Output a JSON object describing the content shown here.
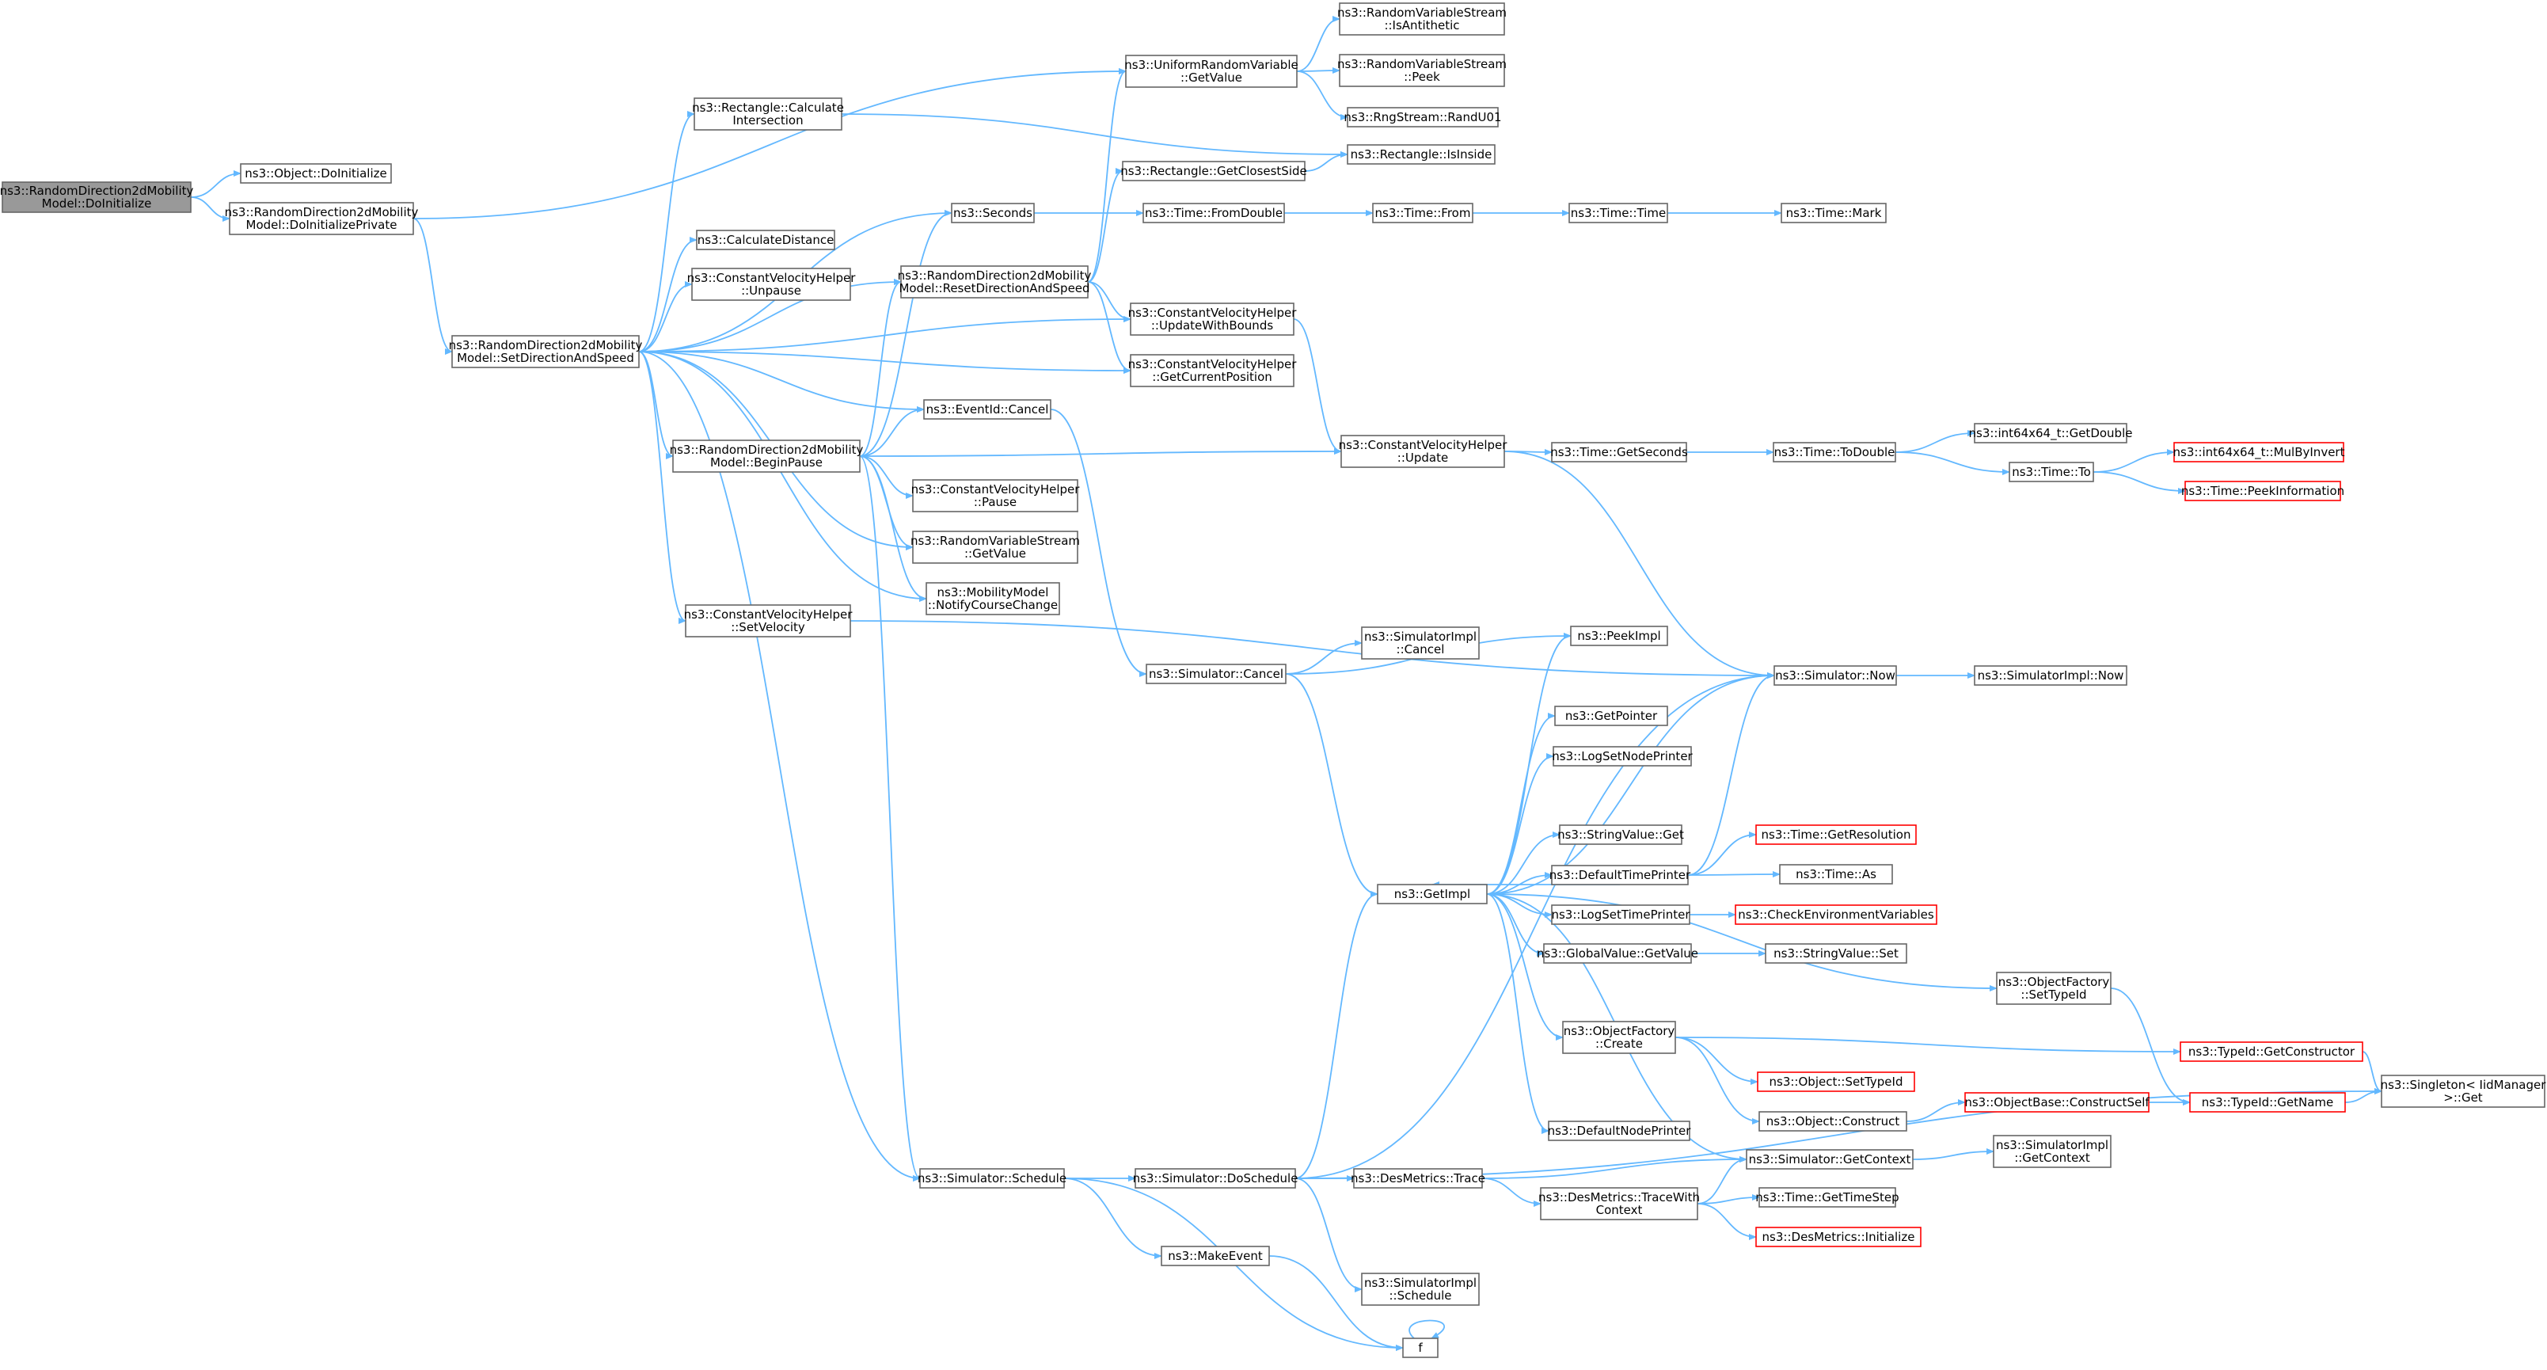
{
  "nodes": [
    {
      "id": "root",
      "lines": [
        "ns3::RandomDirection2dMobility",
        "Model::DoInitialize"
      ],
      "style": "root"
    },
    {
      "id": "doinitialize",
      "lines": [
        "ns3::Object::DoInitialize"
      ]
    },
    {
      "id": "doinitprivate",
      "lines": [
        "ns3::RandomDirection2dMobility",
        "Model::DoInitializePrivate"
      ]
    },
    {
      "id": "setdirection",
      "lines": [
        "ns3::RandomDirection2dMobility",
        "Model::SetDirectionAndSpeed"
      ]
    },
    {
      "id": "rectcalc",
      "lines": [
        "ns3::Rectangle::Calculate",
        "Intersection"
      ]
    },
    {
      "id": "calcdist",
      "lines": [
        "ns3::CalculateDistance"
      ]
    },
    {
      "id": "cvhunpause",
      "lines": [
        "ns3::ConstantVelocityHelper",
        "::Unpause"
      ]
    },
    {
      "id": "beginpause",
      "lines": [
        "ns3::RandomDirection2dMobility",
        "Model::BeginPause"
      ]
    },
    {
      "id": "cvhsetvel",
      "lines": [
        "ns3::ConstantVelocityHelper",
        "::SetVelocity"
      ]
    },
    {
      "id": "seconds",
      "lines": [
        "ns3::Seconds"
      ]
    },
    {
      "id": "resetdir",
      "lines": [
        "ns3::RandomDirection2dMobility",
        "Model::ResetDirectionAndSpeed"
      ]
    },
    {
      "id": "eventcancel",
      "lines": [
        "ns3::EventId::Cancel"
      ]
    },
    {
      "id": "cvhpause",
      "lines": [
        "ns3::ConstantVelocityHelper",
        "::Pause"
      ]
    },
    {
      "id": "rvsgetvalue",
      "lines": [
        "ns3::RandomVariableStream",
        "::GetValue"
      ]
    },
    {
      "id": "notifycourse",
      "lines": [
        "ns3::MobilityModel",
        "::NotifyCourseChange"
      ]
    },
    {
      "id": "schedule",
      "lines": [
        "ns3::Simulator::Schedule"
      ]
    },
    {
      "id": "urvgetvalue",
      "lines": [
        "ns3::UniformRandomVariable",
        "::GetValue"
      ]
    },
    {
      "id": "rectclosest",
      "lines": [
        "ns3::Rectangle::GetClosestSide"
      ]
    },
    {
      "id": "fromdouble",
      "lines": [
        "ns3::Time::FromDouble"
      ]
    },
    {
      "id": "cvhupdatebounds",
      "lines": [
        "ns3::ConstantVelocityHelper",
        "::UpdateWithBounds"
      ]
    },
    {
      "id": "cvhgetpos",
      "lines": [
        "ns3::ConstantVelocityHelper",
        "::GetCurrentPosition"
      ]
    },
    {
      "id": "cvhupdate",
      "lines": [
        "ns3::ConstantVelocityHelper",
        "::Update"
      ]
    },
    {
      "id": "simcancel",
      "lines": [
        "ns3::Simulator::Cancel"
      ]
    },
    {
      "id": "doschedule",
      "lines": [
        "ns3::Simulator::DoSchedule"
      ]
    },
    {
      "id": "makeevent",
      "lines": [
        "ns3::MakeEvent"
      ]
    },
    {
      "id": "isantithetic",
      "lines": [
        "ns3::RandomVariableStream",
        "::IsAntithetic"
      ]
    },
    {
      "id": "peek",
      "lines": [
        "ns3::RandomVariableStream",
        "::Peek"
      ]
    },
    {
      "id": "randu01",
      "lines": [
        "ns3::RngStream::RandU01"
      ]
    },
    {
      "id": "rectisinside",
      "lines": [
        "ns3::Rectangle::IsInside"
      ]
    },
    {
      "id": "timefrom",
      "lines": [
        "ns3::Time::From"
      ]
    },
    {
      "id": "gettime",
      "lines": [
        "ns3::Time::Time"
      ]
    },
    {
      "id": "timemark",
      "lines": [
        "ns3::Time::Mark"
      ]
    },
    {
      "id": "getseconds",
      "lines": [
        "ns3::Time::GetSeconds"
      ]
    },
    {
      "id": "todouble",
      "lines": [
        "ns3::Time::ToDouble"
      ]
    },
    {
      "id": "getdouble",
      "lines": [
        "ns3::int64x64_t::GetDouble"
      ]
    },
    {
      "id": "timeto",
      "lines": [
        "ns3::Time::To"
      ]
    },
    {
      "id": "mulbyinvert",
      "lines": [
        "ns3::int64x64_t::MulByInvert"
      ],
      "style": "trunc"
    },
    {
      "id": "peekinfo",
      "lines": [
        "ns3::Time::PeekInformation"
      ],
      "style": "trunc"
    },
    {
      "id": "simimplcancel",
      "lines": [
        "ns3::SimulatorImpl",
        "::Cancel"
      ]
    },
    {
      "id": "peekimpl",
      "lines": [
        "ns3::PeekImpl"
      ]
    },
    {
      "id": "simnow",
      "lines": [
        "ns3::Simulator::Now"
      ]
    },
    {
      "id": "simimplnow",
      "lines": [
        "ns3::SimulatorImpl::Now"
      ]
    },
    {
      "id": "getimpl",
      "lines": [
        "ns3::GetImpl"
      ]
    },
    {
      "id": "getpointer",
      "lines": [
        "ns3::GetPointer"
      ]
    },
    {
      "id": "logsetnode",
      "lines": [
        "ns3::LogSetNodePrinter"
      ]
    },
    {
      "id": "stringget",
      "lines": [
        "ns3::StringValue::Get"
      ]
    },
    {
      "id": "defaulttime",
      "lines": [
        "ns3::DefaultTimePrinter"
      ]
    },
    {
      "id": "getresolution",
      "lines": [
        "ns3::Time::GetResolution"
      ],
      "style": "trunc"
    },
    {
      "id": "timeas",
      "lines": [
        "ns3::Time::As"
      ]
    },
    {
      "id": "logsettime",
      "lines": [
        "ns3::LogSetTimePrinter"
      ]
    },
    {
      "id": "checkenv",
      "lines": [
        "ns3::CheckEnvironmentVariables"
      ],
      "style": "trunc"
    },
    {
      "id": "globalget",
      "lines": [
        "ns3::GlobalValue::GetValue"
      ]
    },
    {
      "id": "stringset",
      "lines": [
        "ns3::StringValue::Set"
      ]
    },
    {
      "id": "ofsettypeid",
      "lines": [
        "ns3::ObjectFactory",
        "::SetTypeId"
      ]
    },
    {
      "id": "ofcreate",
      "lines": [
        "ns3::ObjectFactory",
        "::Create"
      ]
    },
    {
      "id": "typeidctor",
      "lines": [
        "ns3::TypeId::GetConstructor"
      ],
      "style": "trunc"
    },
    {
      "id": "objsettypeid",
      "lines": [
        "ns3::Object::SetTypeId"
      ],
      "style": "trunc"
    },
    {
      "id": "objconstruct",
      "lines": [
        "ns3::Object::Construct"
      ]
    },
    {
      "id": "constructself",
      "lines": [
        "ns3::ObjectBase::ConstructSelf"
      ],
      "style": "trunc"
    },
    {
      "id": "typeidname",
      "lines": [
        "ns3::TypeId::GetName"
      ],
      "style": "trunc"
    },
    {
      "id": "singleton",
      "lines": [
        "ns3::Singleton< IidManager",
        ">::Get"
      ]
    },
    {
      "id": "defaultnode",
      "lines": [
        "ns3::DefaultNodePrinter"
      ]
    },
    {
      "id": "simgetcontext",
      "lines": [
        "ns3::Simulator::GetContext"
      ]
    },
    {
      "id": "simimplctx",
      "lines": [
        "ns3::SimulatorImpl",
        "::GetContext"
      ]
    },
    {
      "id": "desmtrace",
      "lines": [
        "ns3::DesMetrics::Trace"
      ]
    },
    {
      "id": "desmtracectx",
      "lines": [
        "ns3::DesMetrics::TraceWith",
        "Context"
      ]
    },
    {
      "id": "gettimestep",
      "lines": [
        "ns3::Time::GetTimeStep"
      ]
    },
    {
      "id": "desminit",
      "lines": [
        "ns3::DesMetrics::Initialize"
      ],
      "style": "trunc"
    },
    {
      "id": "simimplsched",
      "lines": [
        "ns3::SimulatorImpl",
        "::Schedule"
      ]
    },
    {
      "id": "f",
      "lines": [
        "f"
      ]
    }
  ]
}
